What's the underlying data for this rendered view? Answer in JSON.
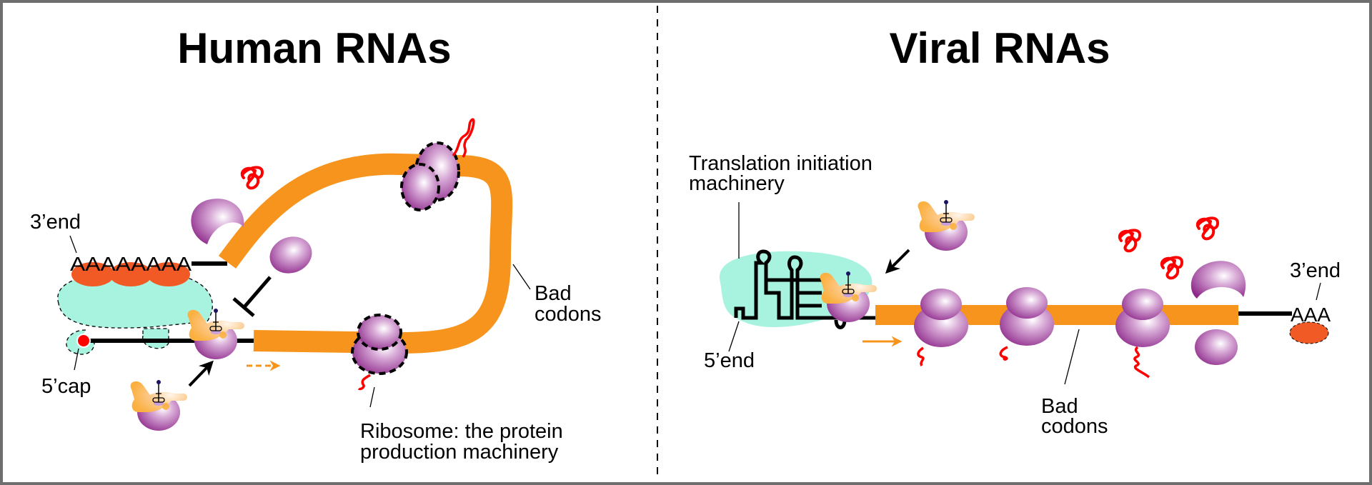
{
  "panels": {
    "human": {
      "title": "Human RNAs",
      "labels": {
        "three_end": "3’end",
        "poly_a": "AAAAAAAA",
        "five_cap": "5’cap",
        "bad_codons_line1": "Bad",
        "bad_codons_line2": "codons",
        "ribosome_line1": "Ribosome: the protein",
        "ribosome_line2": "production machinery"
      }
    },
    "viral": {
      "title": "Viral RNAs",
      "labels": {
        "initiation_line1": "Translation initiation",
        "initiation_line2": "machinery",
        "five_end": "5’end",
        "three_end": "3’end",
        "poly_a": "AAA",
        "bad_codons_line1": "Bad",
        "bad_codons_line2": "codons"
      }
    }
  },
  "colors": {
    "mrna_orange": "#f7941d",
    "ribosome_purple": "#92278f",
    "initiation_teal": "#a8f2e0",
    "pabp_orange": "#f15a24",
    "cap_red": "#ff0000",
    "protein_red": "#ff0000",
    "trna_complex": "#fbb040"
  }
}
